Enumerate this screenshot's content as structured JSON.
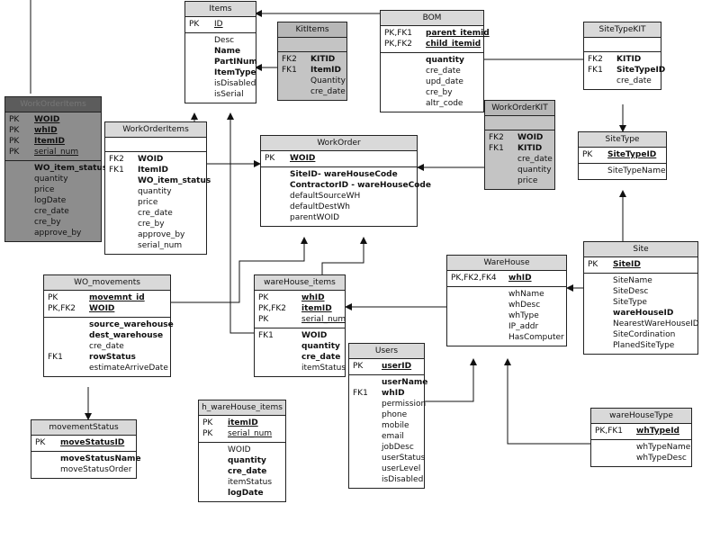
{
  "entities": [
    {
      "name": "Items",
      "style": "plain",
      "sections": [
        [
          {
            "keys": "PK",
            "field": "ID",
            "bold": false,
            "underline": true
          }
        ],
        [
          {
            "keys": "",
            "field": "Desc",
            "bold": false
          },
          {
            "keys": "",
            "field": "Name",
            "bold": true
          },
          {
            "keys": "",
            "field": "PartINum",
            "bold": true
          },
          {
            "keys": "",
            "field": "ItemType",
            "bold": true
          },
          {
            "keys": "",
            "field": "isDisabled",
            "bold": false
          },
          {
            "keys": "",
            "field": "isSerial",
            "bold": false
          }
        ]
      ]
    },
    {
      "name": "KitItems",
      "style": "gray",
      "sections": [
        [],
        [
          {
            "keys": "FK2",
            "field": "KITID",
            "bold": true
          },
          {
            "keys": "FK1",
            "field": "ItemID",
            "bold": true
          },
          {
            "keys": "",
            "field": "Quantity",
            "bold": false
          },
          {
            "keys": "",
            "field": "cre_date",
            "bold": false
          }
        ]
      ]
    },
    {
      "name": "BOM",
      "style": "plain",
      "sections": [
        [
          {
            "keys": "PK,FK1",
            "field": "parent_itemid",
            "bold": true,
            "underline": true
          },
          {
            "keys": "PK,FK2",
            "field": "child_itemid",
            "bold": true,
            "underline": true
          }
        ],
        [
          {
            "keys": "",
            "field": "quantity",
            "bold": true
          },
          {
            "keys": "",
            "field": "cre_date",
            "bold": false
          },
          {
            "keys": "",
            "field": "upd_date",
            "bold": false
          },
          {
            "keys": "",
            "field": "cre_by",
            "bold": false
          },
          {
            "keys": "",
            "field": "altr_code",
            "bold": false
          }
        ]
      ]
    },
    {
      "name": "SiteTypeKIT",
      "style": "plain",
      "sections": [
        [],
        [
          {
            "keys": "FK2",
            "field": "KITID",
            "bold": true
          },
          {
            "keys": "FK1",
            "field": "SiteTypeID",
            "bold": true
          },
          {
            "keys": "",
            "field": "cre_date",
            "bold": false
          }
        ]
      ]
    },
    {
      "name": "WorkOrderItems",
      "style": "dark",
      "sections": [
        [
          {
            "keys": "PK",
            "field": "WOID",
            "bold": true,
            "underline": true
          },
          {
            "keys": "PK",
            "field": "whID",
            "bold": true,
            "underline": true
          },
          {
            "keys": "PK",
            "field": "ItemID",
            "bold": true,
            "underline": true
          },
          {
            "keys": "PK",
            "field": "serial_num",
            "bold": false,
            "underline": true
          }
        ],
        [
          {
            "keys": "",
            "field": "WO_item_status",
            "bold": true
          },
          {
            "keys": "",
            "field": "quantity",
            "bold": false
          },
          {
            "keys": "",
            "field": "price",
            "bold": false
          },
          {
            "keys": "",
            "field": "logDate",
            "bold": false
          },
          {
            "keys": "",
            "field": "cre_date",
            "bold": false
          },
          {
            "keys": "",
            "field": "cre_by",
            "bold": false
          },
          {
            "keys": "",
            "field": "approve_by",
            "bold": false
          }
        ]
      ]
    },
    {
      "name": "WorkOrderItems",
      "style": "plain",
      "sections": [
        [],
        [
          {
            "keys": "FK2",
            "field": "WOID",
            "bold": true
          },
          {
            "keys": "FK1",
            "field": "ItemID",
            "bold": true
          },
          {
            "keys": "",
            "field": "WO_item_status",
            "bold": true
          },
          {
            "keys": "",
            "field": "quantity",
            "bold": false
          },
          {
            "keys": "",
            "field": "price",
            "bold": false
          },
          {
            "keys": "",
            "field": "cre_date",
            "bold": false
          },
          {
            "keys": "",
            "field": "cre_by",
            "bold": false
          },
          {
            "keys": "",
            "field": "approve_by",
            "bold": false
          },
          {
            "keys": "",
            "field": "serial_num",
            "bold": false
          }
        ]
      ]
    },
    {
      "name": "WorkOrder",
      "style": "plain",
      "sections": [
        [
          {
            "keys": "PK",
            "field": "WOID",
            "bold": true,
            "underline": true
          }
        ],
        [
          {
            "keys": "",
            "field": "SiteID- wareHouseCode",
            "bold": true
          },
          {
            "keys": "",
            "field": "ContractorID - wareHouseCode",
            "bold": true
          },
          {
            "keys": "",
            "field": "defaultSourceWH",
            "bold": false
          },
          {
            "keys": "",
            "field": "defaultDestWh",
            "bold": false
          },
          {
            "keys": "",
            "field": "parentWOID",
            "bold": false
          }
        ]
      ]
    },
    {
      "name": "WorkOrderKIT",
      "style": "gray",
      "sections": [
        [],
        [
          {
            "keys": "FK2",
            "field": "WOID",
            "bold": true
          },
          {
            "keys": "FK1",
            "field": "KITID",
            "bold": true
          },
          {
            "keys": "",
            "field": "cre_date",
            "bold": false
          },
          {
            "keys": "",
            "field": "quantity",
            "bold": false
          },
          {
            "keys": "",
            "field": "price",
            "bold": false
          }
        ]
      ]
    },
    {
      "name": "SiteType",
      "style": "plain",
      "sections": [
        [
          {
            "keys": "PK",
            "field": "SiteTypeID",
            "bold": true,
            "underline": true
          }
        ],
        [
          {
            "keys": "",
            "field": "SiteTypeName",
            "bold": false
          }
        ]
      ]
    },
    {
      "name": "Site",
      "style": "plain",
      "sections": [
        [
          {
            "keys": "PK",
            "field": "SiteID",
            "bold": true,
            "underline": true
          }
        ],
        [
          {
            "keys": "",
            "field": "SiteName",
            "bold": false
          },
          {
            "keys": "",
            "field": "SiteDesc",
            "bold": false
          },
          {
            "keys": "",
            "field": "SiteType",
            "bold": false
          },
          {
            "keys": "",
            "field": "wareHouseID",
            "bold": true
          },
          {
            "keys": "",
            "field": "NearestWareHouseID",
            "bold": false
          },
          {
            "keys": "",
            "field": "SiteCordination",
            "bold": false
          },
          {
            "keys": "",
            "field": "PlanedSiteType",
            "bold": false
          }
        ]
      ]
    },
    {
      "name": "WO_movements",
      "style": "plain",
      "sections": [
        [
          {
            "keys": "PK",
            "field": "movemnt_id",
            "bold": true,
            "underline": true
          },
          {
            "keys": "PK,FK2",
            "field": "WOID",
            "bold": true,
            "underline": true
          }
        ],
        [
          {
            "keys": "",
            "field": "source_warehouse",
            "bold": true
          },
          {
            "keys": "",
            "field": "dest_warehouse",
            "bold": true
          },
          {
            "keys": "",
            "field": "cre_date",
            "bold": false
          },
          {
            "keys": "FK1",
            "field": "rowStatus",
            "bold": true
          },
          {
            "keys": "",
            "field": "estimateArriveDate",
            "bold": false
          }
        ]
      ]
    },
    {
      "name": "wareHouse_items",
      "style": "plain",
      "sections": [
        [
          {
            "keys": "PK",
            "field": "whID",
            "bold": true,
            "underline": true
          },
          {
            "keys": "PK,FK2",
            "field": "itemID",
            "bold": true,
            "underline": true
          },
          {
            "keys": "PK",
            "field": "serial_num",
            "bold": false,
            "underline": true
          }
        ],
        [
          {
            "keys": "FK1",
            "field": "WOID",
            "bold": true
          },
          {
            "keys": "",
            "field": "quantity",
            "bold": true
          },
          {
            "keys": "",
            "field": "cre_date",
            "bold": true
          },
          {
            "keys": "",
            "field": "itemStatus",
            "bold": false
          }
        ]
      ]
    },
    {
      "name": "WareHouse",
      "style": "plain",
      "sections": [
        [
          {
            "keys": "PK,FK2,FK4",
            "field": "whID",
            "bold": true,
            "underline": true
          }
        ],
        [
          {
            "keys": "",
            "field": "whName",
            "bold": false
          },
          {
            "keys": "",
            "field": "whDesc",
            "bold": false
          },
          {
            "keys": "",
            "field": "whType",
            "bold": false
          },
          {
            "keys": "",
            "field": "IP_addr",
            "bold": false
          },
          {
            "keys": "",
            "field": "HasComputer",
            "bold": false
          }
        ]
      ]
    },
    {
      "name": "Users",
      "style": "plain",
      "sections": [
        [
          {
            "keys": "PK",
            "field": "userID",
            "bold": true,
            "underline": true
          }
        ],
        [
          {
            "keys": "",
            "field": "userName",
            "bold": true
          },
          {
            "keys": "FK1",
            "field": "whID",
            "bold": true
          },
          {
            "keys": "",
            "field": "permission",
            "bold": false
          },
          {
            "keys": "",
            "field": "phone",
            "bold": false
          },
          {
            "keys": "",
            "field": "mobile",
            "bold": false
          },
          {
            "keys": "",
            "field": "email",
            "bold": false
          },
          {
            "keys": "",
            "field": "jobDesc",
            "bold": false
          },
          {
            "keys": "",
            "field": "userStatus",
            "bold": false
          },
          {
            "keys": "",
            "field": "userLevel",
            "bold": false
          },
          {
            "keys": "",
            "field": "isDisabled",
            "bold": false
          }
        ]
      ]
    },
    {
      "name": "movementStatus",
      "style": "gray-header",
      "sections": [
        [
          {
            "keys": "PK",
            "field": "moveStatusID",
            "bold": true,
            "underline": true
          }
        ],
        [
          {
            "keys": "",
            "field": "moveStatusName",
            "bold": true
          },
          {
            "keys": "",
            "field": "moveStatusOrder",
            "bold": false
          }
        ]
      ]
    },
    {
      "name": "h_wareHouse_items",
      "style": "plain",
      "sections": [
        [
          {
            "keys": "PK",
            "field": "itemID",
            "bold": true,
            "underline": true
          },
          {
            "keys": "PK",
            "field": "serial_num",
            "bold": false,
            "underline": true
          }
        ],
        [
          {
            "keys": "",
            "field": "WOID",
            "bold": false
          },
          {
            "keys": "",
            "field": "quantity",
            "bold": true
          },
          {
            "keys": "",
            "field": "cre_date",
            "bold": true
          },
          {
            "keys": "",
            "field": "itemStatus",
            "bold": false
          },
          {
            "keys": "",
            "field": "logDate",
            "bold": true
          }
        ]
      ]
    },
    {
      "name": "wareHouseType",
      "style": "plain",
      "sections": [
        [
          {
            "keys": "PK,FK1",
            "field": "whTypeId",
            "bold": true,
            "underline": true
          }
        ],
        [
          {
            "keys": "",
            "field": "whTypeName",
            "bold": false
          },
          {
            "keys": "",
            "field": "whTypeDesc",
            "bold": false
          }
        ]
      ]
    }
  ]
}
